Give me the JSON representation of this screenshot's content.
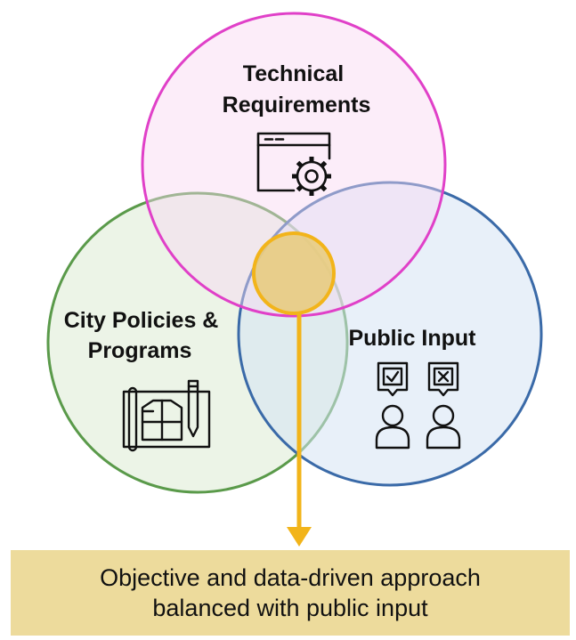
{
  "circles": {
    "technical": {
      "label_lines": [
        "Technical",
        "Requirements"
      ],
      "stroke": "#e040c8",
      "fill": "#f8d8f2",
      "icon": "browser-settings-icon"
    },
    "city": {
      "label_lines": [
        "City Policies &",
        "Programs"
      ],
      "stroke": "#5a9a4a",
      "fill": "#dcebd4",
      "icon": "blueprint-pencil-icon"
    },
    "public": {
      "label_lines": [
        "Public Input"
      ],
      "stroke": "#3a6aa8",
      "fill": "#d6e4f4",
      "icon": "voters-approve-reject-icon"
    }
  },
  "intersection": {
    "stroke": "#f2b41a",
    "fill": "#e8cc80"
  },
  "caption": {
    "lines": [
      "Objective and data-driven approach",
      "balanced with public input"
    ],
    "background": "#eddb9c"
  }
}
